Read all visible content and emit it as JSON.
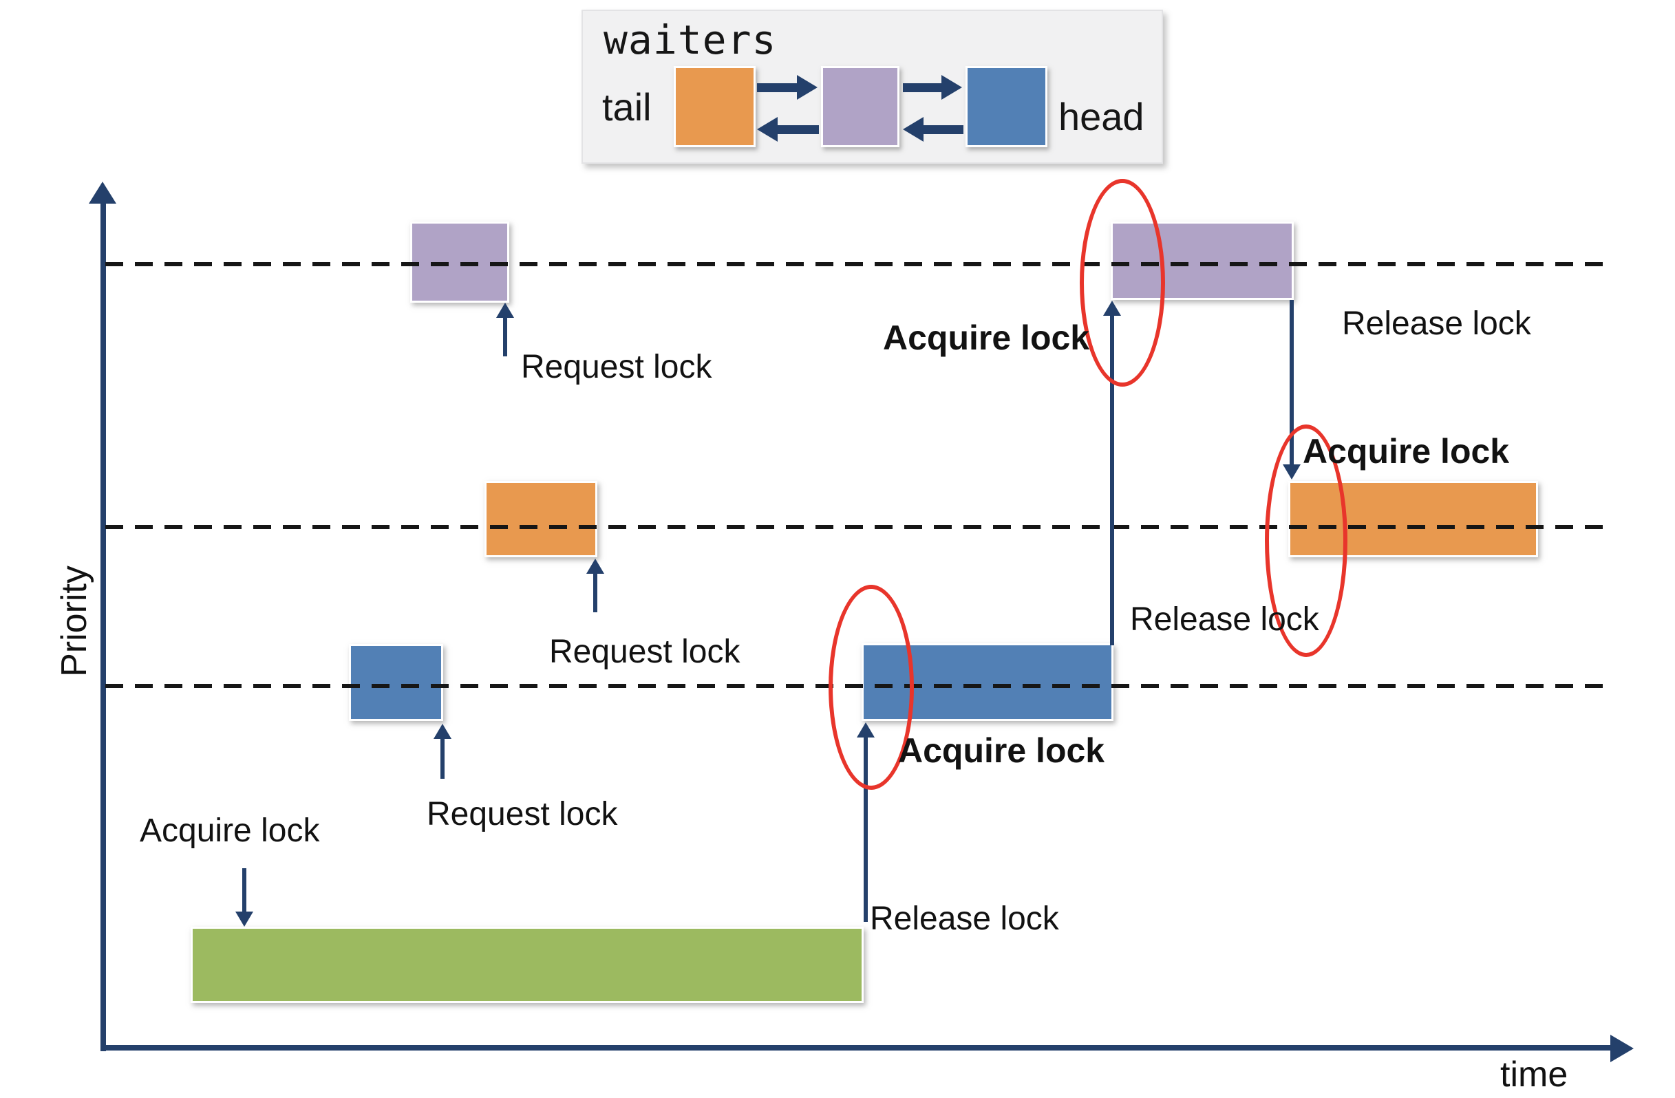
{
  "waiters_panel": {
    "title": "waiters",
    "tail_label": "tail",
    "head_label": "head",
    "queue_nodes": [
      {
        "position": "tail",
        "color": "#E8994F"
      },
      {
        "position": "middle",
        "color": "#B0A3C6"
      },
      {
        "position": "head",
        "color": "#5280B5"
      }
    ]
  },
  "axes": {
    "y_label": "Priority",
    "x_label": "time",
    "priority_levels": 3
  },
  "labels": {
    "request_lock_purple": "Request lock",
    "request_lock_orange": "Request lock",
    "request_lock_blue": "Request lock",
    "acquire_lock_green": "Acquire lock",
    "release_lock_green": "Release lock",
    "acquire_lock_blue": "Acquire lock",
    "release_lock_mid": "Release lock",
    "acquire_lock_purple": "Acquire lock",
    "release_lock_top": "Release lock",
    "acquire_lock_orange": "Acquire lock"
  },
  "colors": {
    "orange_task": "#E8994F",
    "purple_task": "#B0A3C6",
    "blue_task": "#5280B5",
    "green_task": "#9CBA60",
    "arrow_navy": "#24406B",
    "highlight_red": "#E8352B",
    "panel_background": "#F1F1F2",
    "dashed_line": "#161616"
  }
}
